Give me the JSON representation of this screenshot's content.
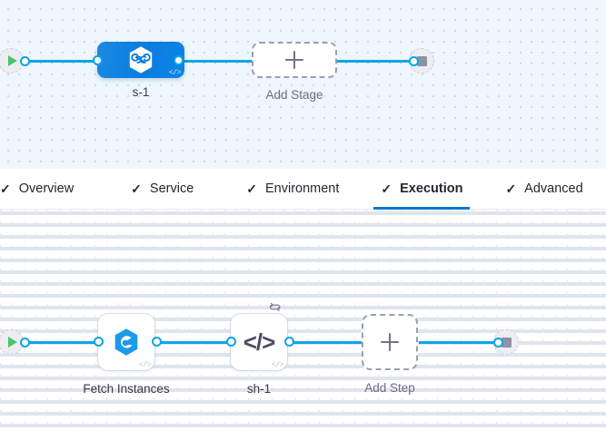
{
  "stage_canvas": {
    "background_color": "#eef7fd",
    "start_node": {
      "name": "pipeline-start",
      "icon": "play-icon"
    },
    "end_node": {
      "name": "pipeline-end",
      "icon": "stop-icon"
    },
    "stage": {
      "label": "s-1",
      "icon": "harness-hexagon-icon",
      "code_badge": "</>",
      "accent_color": "#0a7ce0"
    },
    "add_stage": {
      "label": "Add Stage",
      "icon": "plus-icon"
    }
  },
  "tabs": {
    "items": [
      {
        "label": "Overview",
        "check": "✓",
        "active": false
      },
      {
        "label": "Service",
        "check": "✓",
        "active": false
      },
      {
        "label": "Environment",
        "check": "✓",
        "active": false
      },
      {
        "label": "Execution",
        "check": "✓",
        "active": true
      },
      {
        "label": "Advanced",
        "check": "✓",
        "active": false
      }
    ],
    "active_underline_color": "#0278d5"
  },
  "step_canvas": {
    "background_color": "#ffffff",
    "start_node": {
      "name": "execution-start",
      "icon": "play-icon"
    },
    "end_node": {
      "name": "execution-end",
      "icon": "stop-icon"
    },
    "steps": [
      {
        "label": "Fetch Instances",
        "icon": "harness-swirl-hexagon-icon",
        "code_badge": "</>",
        "has_loop_strategy": false
      },
      {
        "label": "sh-1",
        "icon": "shell-script-icon",
        "glyph": "</>",
        "code_badge": "</>",
        "has_loop_strategy": true,
        "loop_icon": "loop-strategy-icon"
      }
    ],
    "add_step": {
      "label": "Add Step",
      "icon": "plus-icon"
    }
  },
  "colors": {
    "link": "#0ba5e8",
    "port_ring": "#0ba5e8",
    "play": "#4dc36a",
    "stop": "#8e93a3",
    "dashed_border": "#9aa0b2"
  }
}
